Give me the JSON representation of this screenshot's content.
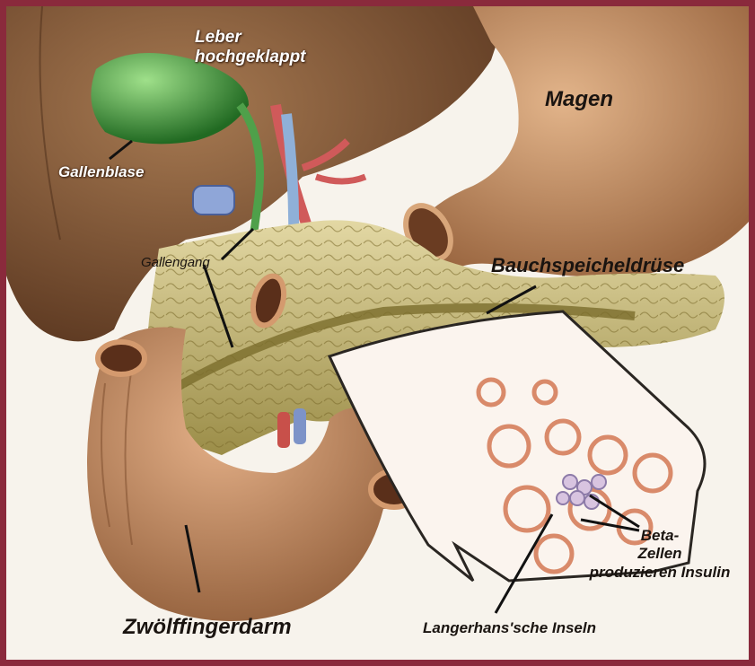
{
  "labels": {
    "liver": "Leber\nhochgeklappt",
    "stomach": "Magen",
    "gallbladder": "Gallenblase",
    "bile_duct": "Gallengang",
    "pancreas": "Bauchspeicheldrüse",
    "beta_cells": "Beta-\nZellen\nproduzieren Insulin",
    "islets": "Langerhans'sche Inseln",
    "duodenum": "Zwölffingerdarm"
  },
  "colors": {
    "frame": "#8a2a3c",
    "background": "#f7f3ec",
    "liver": "#8a5f3c",
    "stomach": "#c9976a",
    "pancreas": "#b9ad6a",
    "gallbladder": "#3f9a3a",
    "duodenum": "#c28a62",
    "islets": "#d98a6a"
  }
}
